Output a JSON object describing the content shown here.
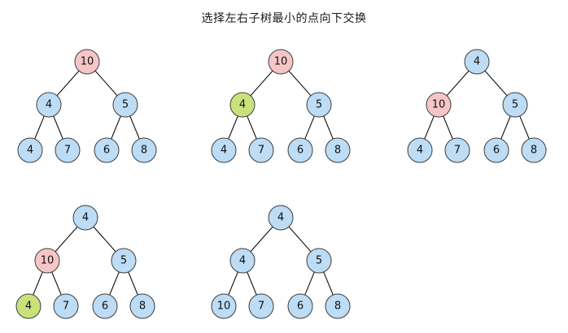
{
  "title": "选择左右子树最小的点向下交换",
  "colors": {
    "blue_fill": "#BDDCF5",
    "blue_stroke": "#3d3d3d",
    "pink_fill": "#F6C6C6",
    "pink_stroke": "#3d3d3d",
    "green_fill": "#C9E17A",
    "green_stroke": "#3d3d3d",
    "edge": "#000000",
    "text": "#111111"
  },
  "trees": [
    {
      "name": "step-1",
      "nodes": [
        {
          "value": "10",
          "color": "pink"
        },
        {
          "value": "4",
          "color": "blue"
        },
        {
          "value": "5",
          "color": "blue"
        },
        {
          "value": "4",
          "color": "blue"
        },
        {
          "value": "7",
          "color": "blue"
        },
        {
          "value": "6",
          "color": "blue"
        },
        {
          "value": "8",
          "color": "blue"
        }
      ]
    },
    {
      "name": "step-2",
      "nodes": [
        {
          "value": "10",
          "color": "pink"
        },
        {
          "value": "4",
          "color": "green"
        },
        {
          "value": "5",
          "color": "blue"
        },
        {
          "value": "4",
          "color": "blue"
        },
        {
          "value": "7",
          "color": "blue"
        },
        {
          "value": "6",
          "color": "blue"
        },
        {
          "value": "8",
          "color": "blue"
        }
      ]
    },
    {
      "name": "step-3",
      "nodes": [
        {
          "value": "4",
          "color": "blue"
        },
        {
          "value": "10",
          "color": "pink"
        },
        {
          "value": "5",
          "color": "blue"
        },
        {
          "value": "4",
          "color": "blue"
        },
        {
          "value": "7",
          "color": "blue"
        },
        {
          "value": "6",
          "color": "blue"
        },
        {
          "value": "8",
          "color": "blue"
        }
      ]
    },
    {
      "name": "step-4",
      "nodes": [
        {
          "value": "4",
          "color": "blue"
        },
        {
          "value": "10",
          "color": "pink"
        },
        {
          "value": "5",
          "color": "blue"
        },
        {
          "value": "4",
          "color": "green"
        },
        {
          "value": "7",
          "color": "blue"
        },
        {
          "value": "6",
          "color": "blue"
        },
        {
          "value": "8",
          "color": "blue"
        }
      ]
    },
    {
      "name": "step-5",
      "nodes": [
        {
          "value": "4",
          "color": "blue"
        },
        {
          "value": "4",
          "color": "blue"
        },
        {
          "value": "5",
          "color": "blue"
        },
        {
          "value": "10",
          "color": "blue"
        },
        {
          "value": "7",
          "color": "blue"
        },
        {
          "value": "6",
          "color": "blue"
        },
        {
          "value": "8",
          "color": "blue"
        }
      ]
    }
  ]
}
